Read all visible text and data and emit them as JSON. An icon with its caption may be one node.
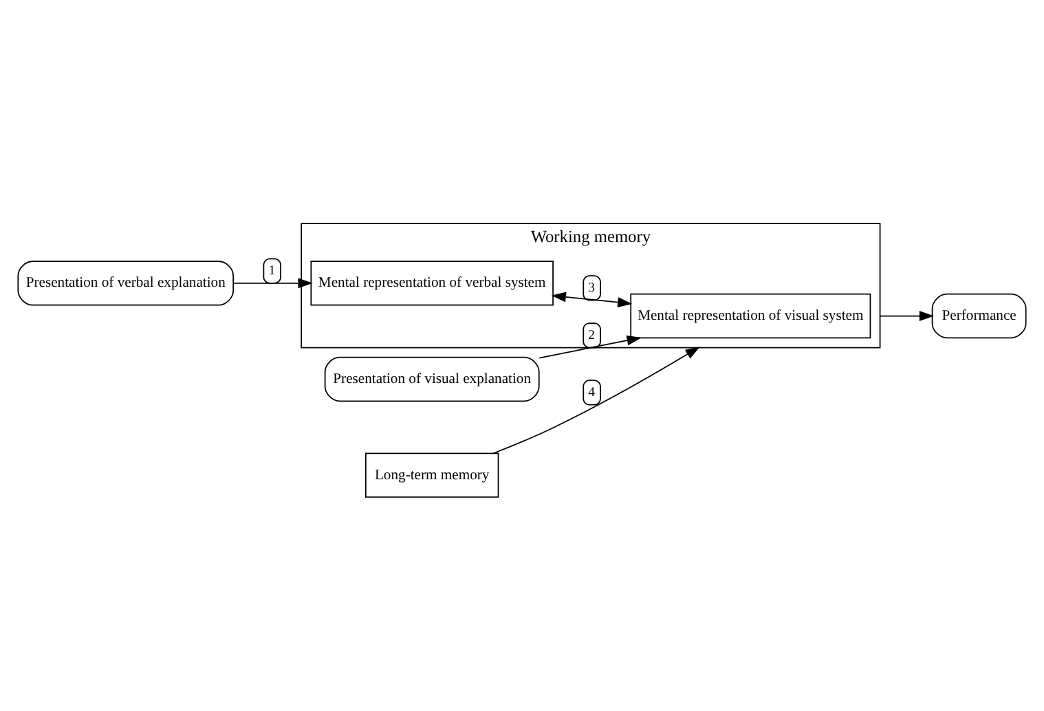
{
  "diagram": {
    "nodes": [
      {
        "text": [
          "Presentation of verbal explanation"
        ]
      },
      {
        "text": [
          "Working memory"
        ]
      },
      {
        "text": [
          "Mental representation of verbal system"
        ],
        "in": 1
      },
      {
        "text": [
          "Mental representation of visual system"
        ],
        "in": 1
      },
      {
        "text": [
          "Presentation of visual explanation"
        ]
      },
      {
        "text": [
          "Performance"
        ]
      },
      {
        "text": [
          "Long-term memory"
        ]
      }
    ],
    "edges": [
      {
        "from": 0,
        "to": 2,
        "arrow": "to",
        "label": "1"
      },
      {
        "from": 4,
        "to": 3,
        "arrow": "to",
        "label": "2"
      },
      {
        "from": 2,
        "to": 3,
        "arrow": "both",
        "label": "3"
      },
      {
        "from": 6,
        "to": 1,
        "arrow": "to",
        "label": "4"
      },
      {
        "from": 1,
        "to": 5,
        "arrow": "to"
      }
    ]
  }
}
